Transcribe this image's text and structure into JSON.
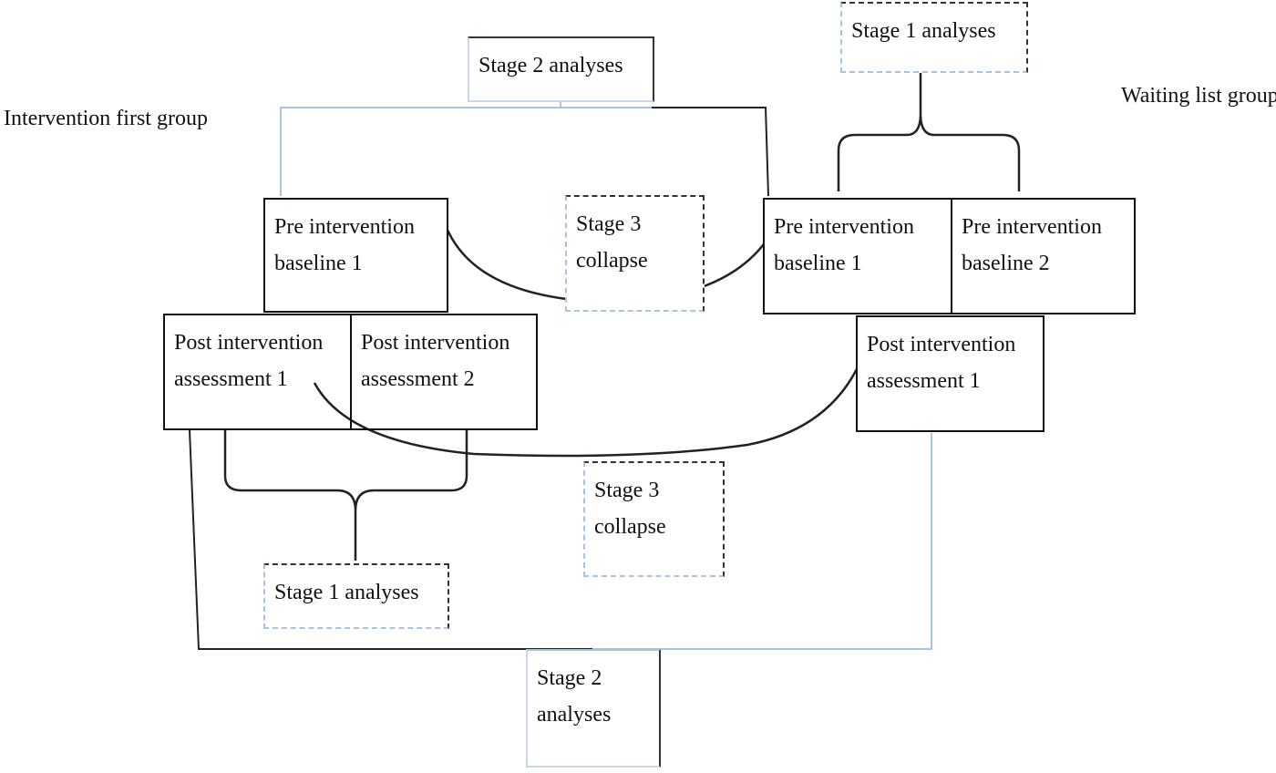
{
  "groups": {
    "left": "Intervention first group",
    "right": "Waiting list group"
  },
  "boxes": {
    "left_pre_baseline_1": [
      "Pre intervention",
      "baseline 1"
    ],
    "left_post_assessment_1": [
      "Post intervention",
      "assessment 1"
    ],
    "left_post_assessment_2": [
      "Post intervention",
      "assessment 2"
    ],
    "right_pre_baseline_1": [
      "Pre intervention",
      "baseline 1"
    ],
    "right_pre_baseline_2": [
      "Pre intervention",
      "baseline 2"
    ],
    "right_post_assessment_1": [
      "Post intervention",
      "assessment 1"
    ]
  },
  "stages": {
    "stage1_top": "Stage 1 analyses",
    "stage1_bottom": "Stage 1 analyses",
    "stage2_top": "Stage 2 analyses",
    "stage2_bottom": [
      "Stage 2",
      "analyses"
    ],
    "stage3_upper": [
      "Stage 3",
      "collapse"
    ],
    "stage3_lower": [
      "Stage 3",
      "collapse"
    ]
  },
  "colors": {
    "line_dark": "#111111",
    "line_light_blue": "#a8c4e0"
  }
}
